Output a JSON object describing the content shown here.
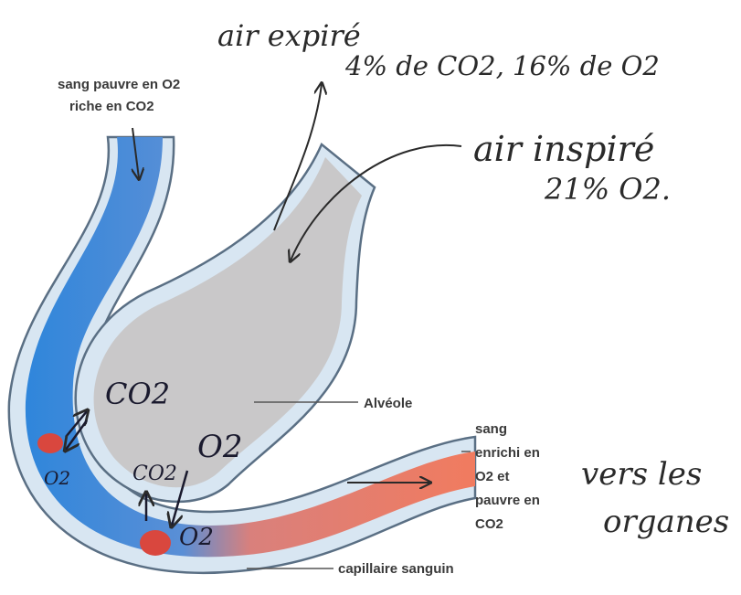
{
  "colors": {
    "deoxygenated_blood": "#2f86db",
    "oxygenated_blood": "#f17b5f",
    "alveolus": "#c9c8c9",
    "wall_fill": "#d8e6f2",
    "wall_stroke": "#5a6f84",
    "red_blood_cell": "#d9473e",
    "ink": "#2a2a2a",
    "label_text": "#3a3a3a"
  },
  "handwriting": {
    "air_expire": "air expiré",
    "air_expire_composition": "4% de CO2, 16% de O2",
    "air_inspire": "air inspiré",
    "air_inspire_composition": "21% O2.",
    "vers_les": "vers les",
    "organes": "organes"
  },
  "labels": {
    "sang_pauvre_line1": "sang pauvre en O2",
    "sang_pauvre_line2": "riche en CO2",
    "alveole": "Alvéole",
    "sang_enrichi": [
      "sang",
      "enrichi en",
      "O2 et",
      "pauvre en",
      "CO2"
    ],
    "capillaire": "capillaire sanguin"
  },
  "gases": {
    "co2_upper": "CO2",
    "o2_center": "O2",
    "o2_left": "O2",
    "co2_lower": "CO2",
    "o2_lower": "O2"
  },
  "icons": {
    "red_blood_cell": "red-blood-cell-icon",
    "flow_arrow": "arrow-icon"
  }
}
